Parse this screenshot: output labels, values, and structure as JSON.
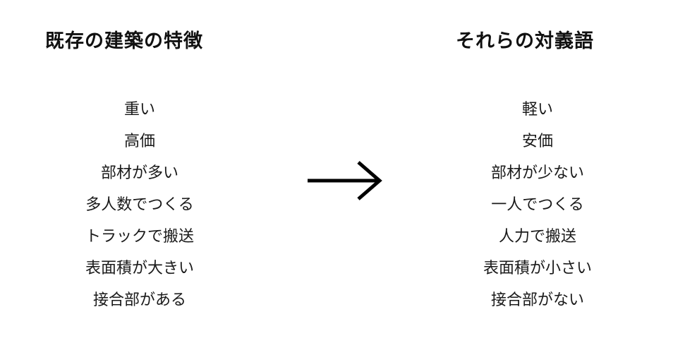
{
  "left_column": {
    "title": "既存の建築の特徴",
    "items": [
      "重い",
      "高価",
      "部材が多い",
      "多人数でつくる",
      "トラックで搬送",
      "表面積が大きい",
      "接合部がある"
    ]
  },
  "right_column": {
    "title": "それらの対義語",
    "items": [
      "軽い",
      "安価",
      "部材が少ない",
      "一人でつくる",
      "人力で搬送",
      "表面積が小さい",
      "接合部がない"
    ]
  },
  "connector": {
    "icon": "right-arrow-icon",
    "color": "#000000"
  },
  "colors": {
    "background": "#ffffff",
    "text": "#1a1a1a",
    "heading": "#111111"
  }
}
